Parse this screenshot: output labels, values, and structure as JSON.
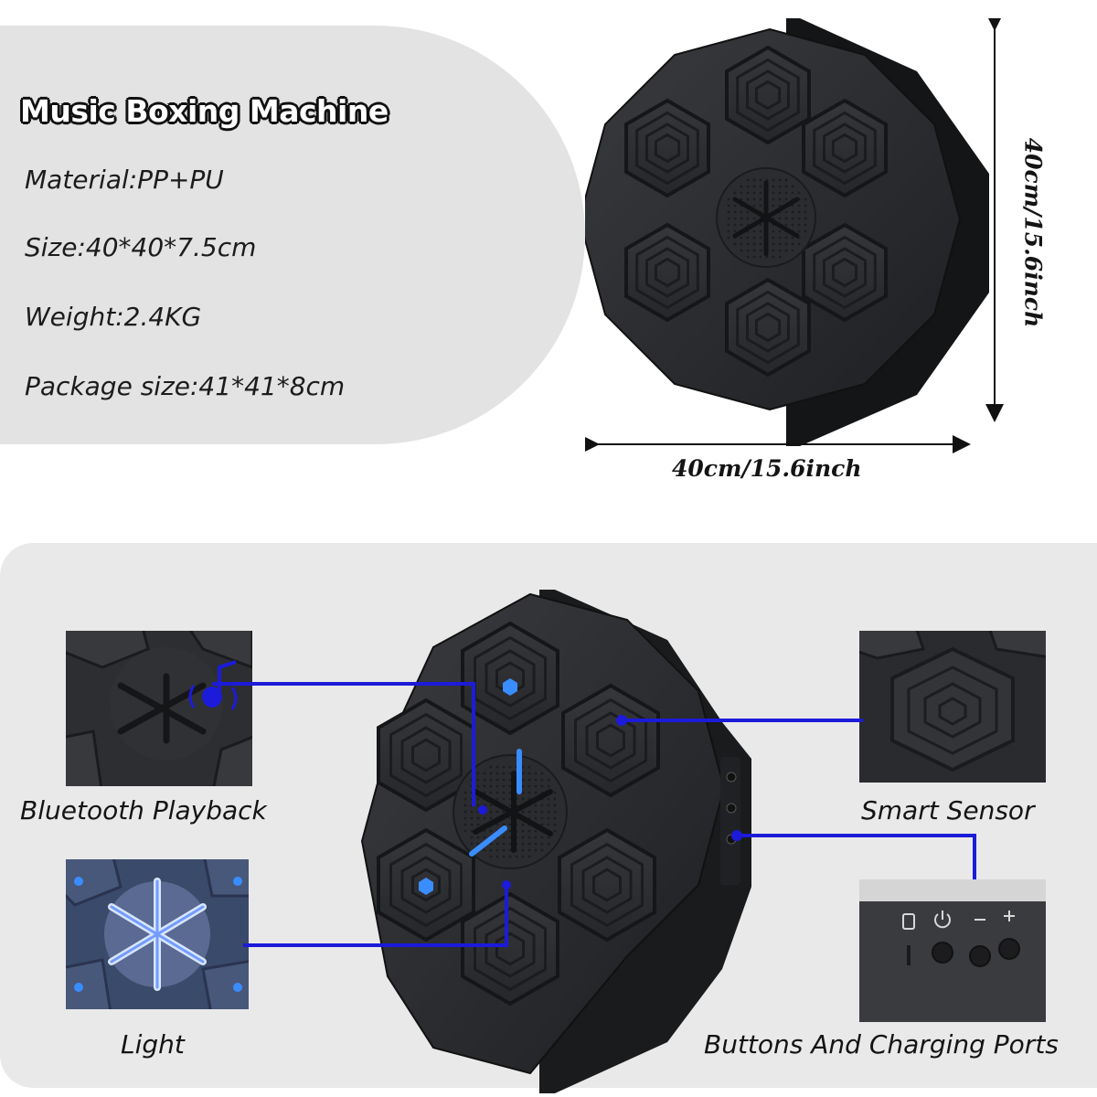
{
  "product": {
    "title": "Music Boxing Machine",
    "specs": [
      "Material:PP+PU",
      "Size:40*40*7.5cm",
      "Weight:2.4KG",
      "Package size:41*41*8cm"
    ]
  },
  "dimensions": {
    "height_label": "40cm/15.6inch",
    "width_label": "40cm/15.6inch"
  },
  "features": {
    "bluetooth": "Bluetooth Playback",
    "light": "Light",
    "sensor": "Smart Sensor",
    "ports": "Buttons And Charging Ports"
  },
  "colors": {
    "callout_line": "#1b1bd9",
    "led_blue": "#3a8dff",
    "machine_body": "#2a2b2e",
    "panel_gray": "#e3e3e3"
  },
  "icons": [
    "battery-icon",
    "power-icon",
    "minus-icon",
    "plus-icon",
    "bluetooth-music-icon"
  ]
}
